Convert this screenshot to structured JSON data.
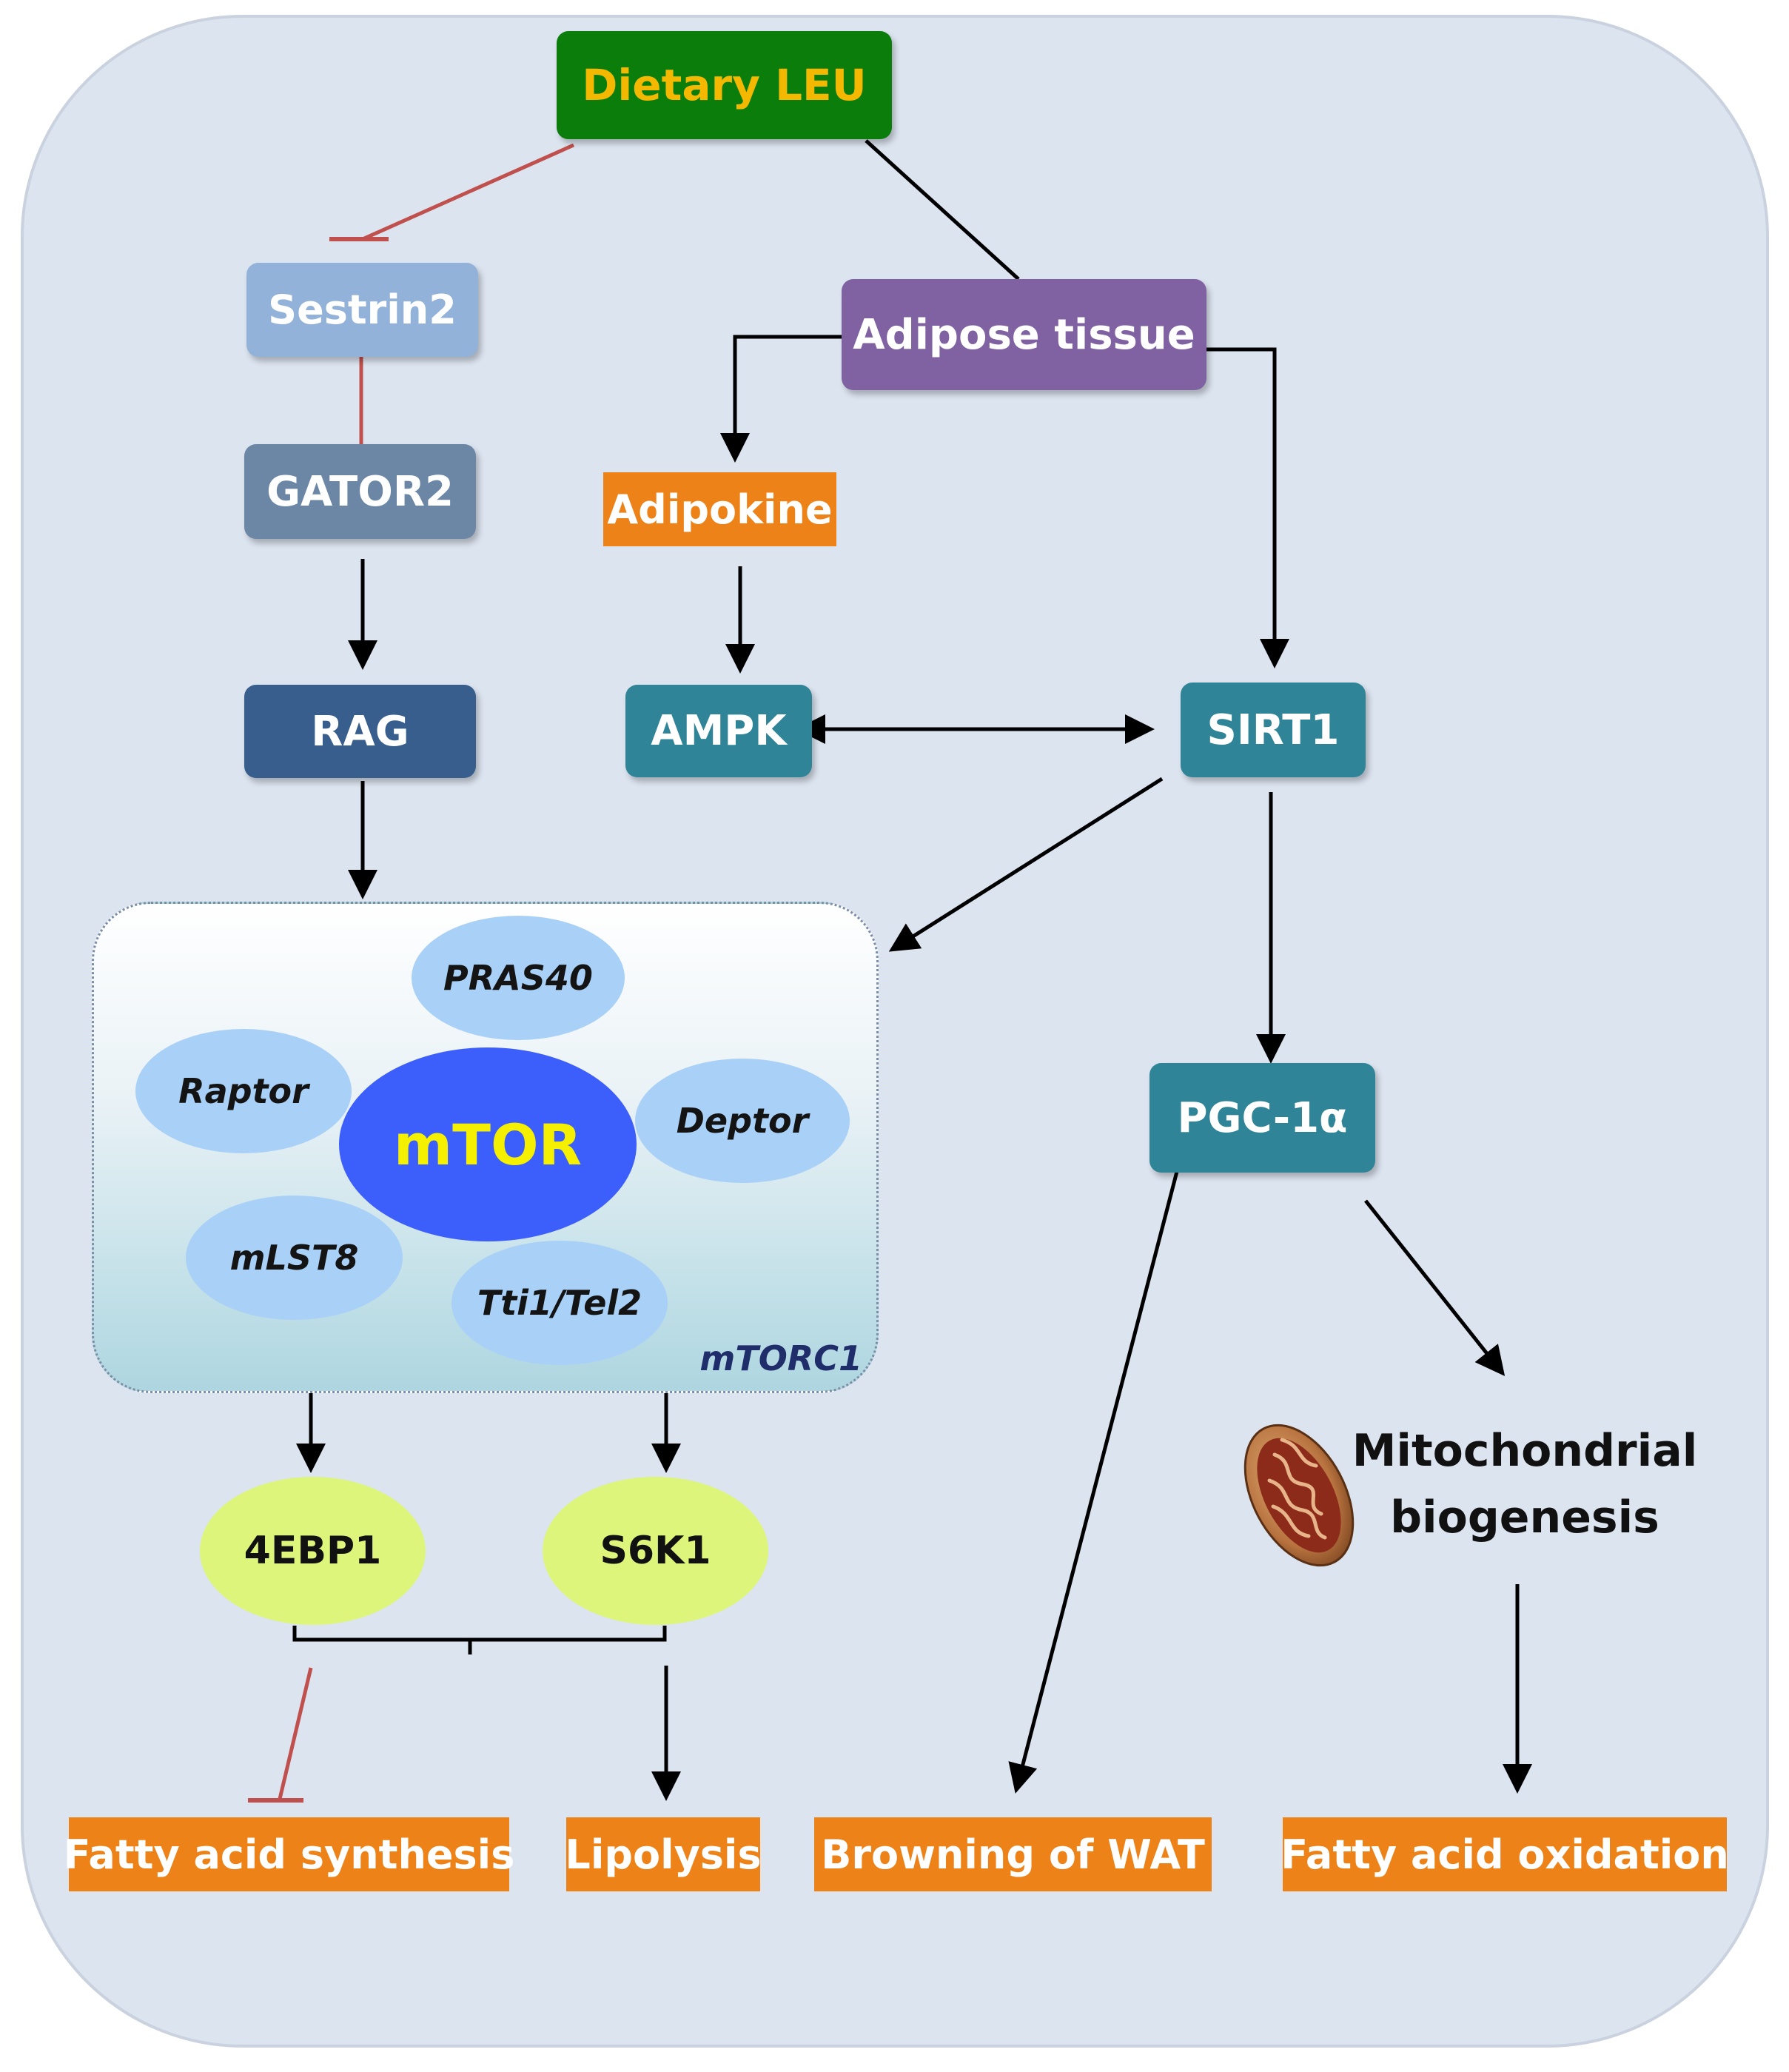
{
  "nodes": {
    "dietary_leu": "Dietary LEU",
    "sestrin2": "Sestrin2",
    "gator2": "GATOR2",
    "rag": "RAG",
    "adipose_tissue": "Adipose tissue",
    "adipokine": "Adipokine",
    "ampk": "AMPK",
    "sirt1": "SIRT1",
    "pgc1a": "PGC-1α",
    "mitochondrial_biogenesis_line1": "Mitochondrial",
    "mitochondrial_biogenesis_line2": "biogenesis",
    "fourebp1": "4EBP1",
    "s6k1": "S6K1"
  },
  "mtorc1": {
    "label": "mTORC1",
    "core": "mTOR",
    "components": [
      "PRAS40",
      "Raptor",
      "Deptor",
      "mLST8",
      "Tti1/Tel2"
    ]
  },
  "outcomes": [
    "Fatty acid synthesis",
    "Lipolysis",
    "Browning of WAT",
    "Fatty acid oxidation"
  ],
  "colors": {
    "background": "#dce4f0",
    "dietary_leu_fill": "#0a7d0a",
    "dietary_leu_text": "#f5b800",
    "sestrin2": "#93b2d9",
    "gator2": "#6c87a6",
    "rag": "#385e8e",
    "adipose_tissue": "#8062a2",
    "adipokine": "#ed8218",
    "teal": "#2f8497",
    "mtor": "#3c5efa",
    "mtor_text": "#f5f000",
    "component_ellipse": "#a9d0f7",
    "effector_ellipse": "#ddf57a",
    "activation_arrow": "#000000",
    "inhibition_line": "#c0504d",
    "outcome": "#ed8218",
    "mtorc1_label": "#1f2d6b"
  },
  "icons": [
    "mitochondrion-icon"
  ]
}
